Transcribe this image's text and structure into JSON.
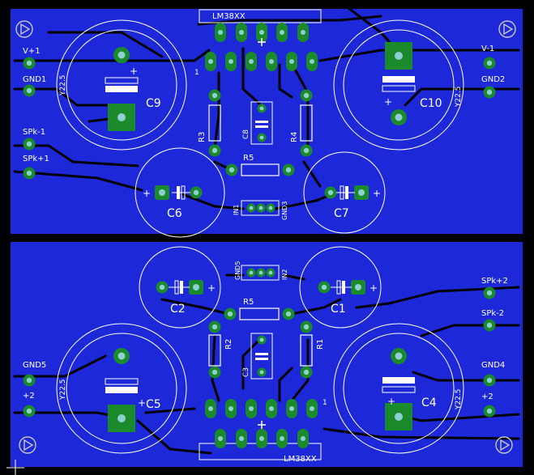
{
  "colors": {
    "background": "#000000",
    "copper": "#1d28d8",
    "trace": "#000000",
    "pad": "#1b8a2a",
    "pad_hole": "#8ecfd0",
    "silk": "#ffffff",
    "outline": "#c8c8c8"
  },
  "top_board": {
    "chip_label": "LM38XX",
    "pin1_mark": "1",
    "caps": {
      "c9": "C9",
      "c10": "C10",
      "c6": "C6",
      "c7": "C7",
      "c8": "C8",
      "c9_value": "Y22.5",
      "c10_value": "Y22.5"
    },
    "resistors": {
      "r3": "R3",
      "r4": "R4",
      "r5": "R5"
    },
    "connectors": {
      "v_left": "V+1",
      "gnd_left": "GND1",
      "spk_minus": "SPk-1",
      "spk_plus": "SPk+1",
      "v_right": "V-1",
      "gnd_right": "GND2",
      "in": "IN1",
      "gnd_in": "GND3"
    }
  },
  "bottom_board": {
    "chip_label": "LM38XX",
    "pin1_mark": "1",
    "caps": {
      "c2": "C2",
      "c1": "C1",
      "c5": "C5",
      "c4": "C4",
      "c3": "C3",
      "c5_value": "Y22.5",
      "c4_value": "Y22.5"
    },
    "resistors": {
      "r2": "R2",
      "r1": "R1",
      "r5": "R5"
    },
    "connectors": {
      "spk_plus": "SPk+2",
      "spk_minus": "SPk-2",
      "gnd_left": "GND5",
      "v_left": "+2",
      "gnd_right": "GND4",
      "v_right": "+2",
      "gnd_in": "GND5",
      "in": "IN2"
    }
  },
  "polarity": {
    "plus": "+",
    "minus": "-"
  }
}
